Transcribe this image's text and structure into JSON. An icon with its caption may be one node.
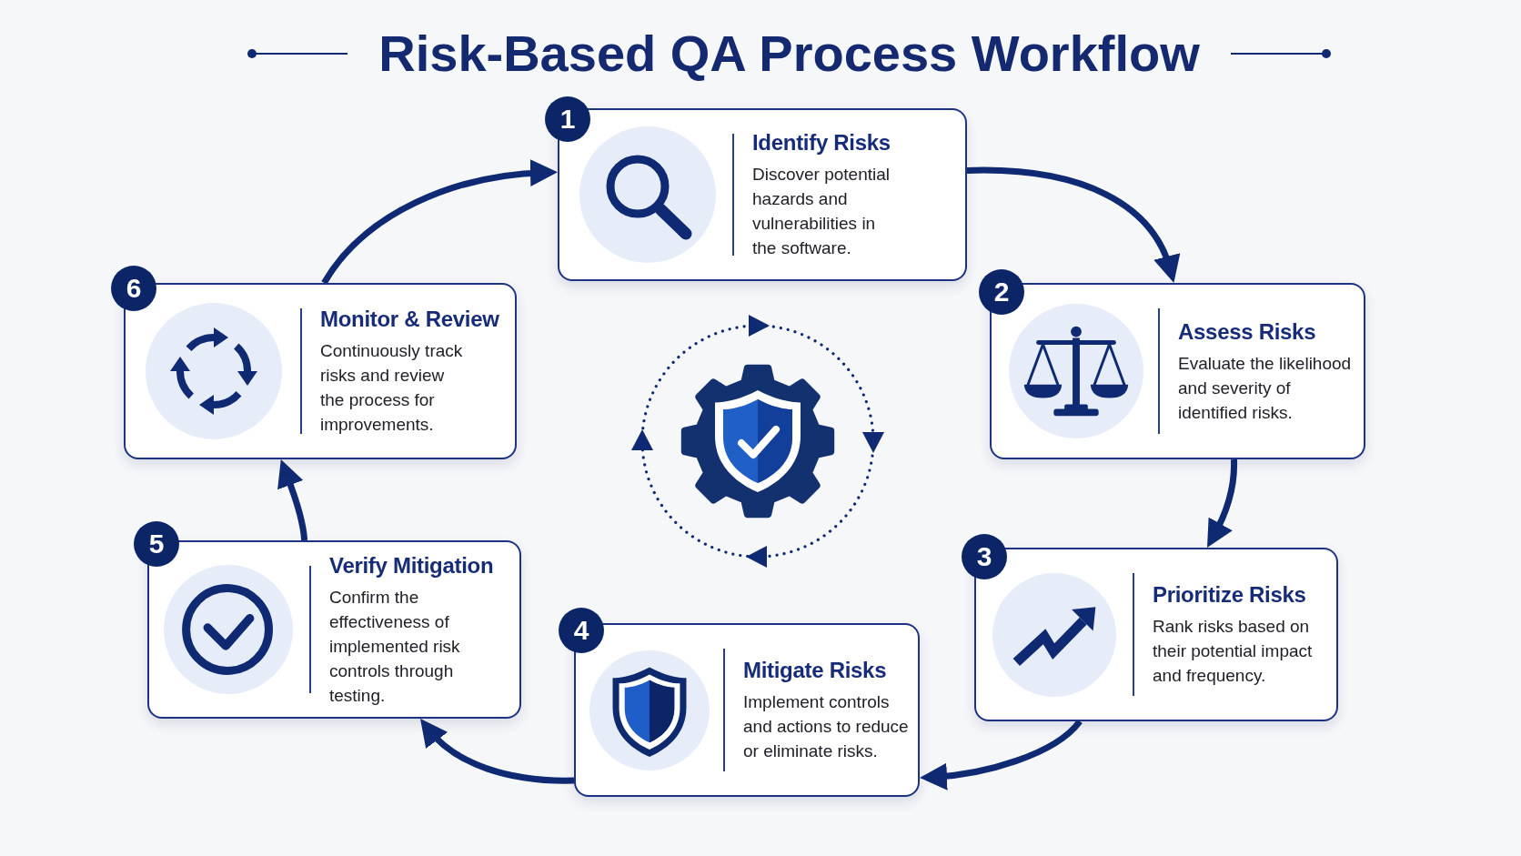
{
  "diagram": {
    "title": "Risk-Based QA Process Workflow",
    "nodes": [
      {
        "text": [
          "1"
        ]
      },
      {
        "text": [
          "Identify Risks",
          "Discover potential hazards and vulnerabilities in the software."
        ]
      },
      {
        "text": [
          "2"
        ]
      },
      {
        "text": [
          "Assess Risks",
          "Evaluate the likelihood and severity of identified risks."
        ]
      },
      {
        "text": [
          "3"
        ]
      },
      {
        "text": [
          "Prioritize Risks",
          "Rank risks based on their potential impact and frequency."
        ]
      },
      {
        "text": [
          "4"
        ]
      },
      {
        "text": [
          "Mitigate Risks",
          "Implement controls and actions to reduce or eliminate risks."
        ]
      },
      {
        "text": [
          "5"
        ]
      },
      {
        "text": [
          "Verify Mitigation",
          "Confirm the effectiveness of implemented risk controls through testing."
        ]
      },
      {
        "text": [
          "6"
        ]
      },
      {
        "text": [
          "Monitor & Review",
          "Continuously track risks and review the process for improvements."
        ]
      }
    ],
    "edges": [
      {
        "from": 1,
        "to": 3,
        "arrow": "to"
      },
      {
        "from": 3,
        "to": 5,
        "arrow": "to"
      },
      {
        "from": 5,
        "to": 7,
        "arrow": "to"
      },
      {
        "from": 7,
        "to": 9,
        "arrow": "to"
      },
      {
        "from": 9,
        "to": 11,
        "arrow": "to"
      },
      {
        "from": 11,
        "to": 1,
        "arrow": "to"
      }
    ]
  }
}
